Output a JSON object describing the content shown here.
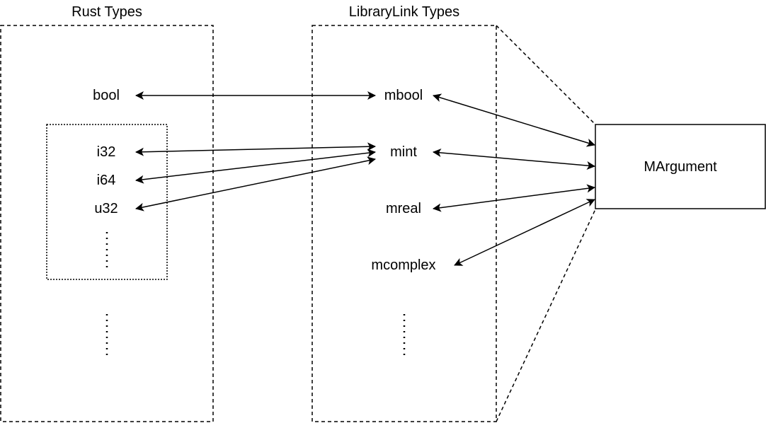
{
  "headers": {
    "rust": "Rust Types",
    "librarylink": "LibraryLink Types"
  },
  "rust_types": {
    "bool": "bool",
    "i32": "i32",
    "i64": "i64",
    "u32": "u32"
  },
  "librarylink_types": {
    "mbool": "mbool",
    "mint": "mint",
    "mreal": "mreal",
    "mcomplex": "mcomplex"
  },
  "margument": "MArgument",
  "colors": {
    "stroke": "#000000",
    "background": "#ffffff"
  }
}
